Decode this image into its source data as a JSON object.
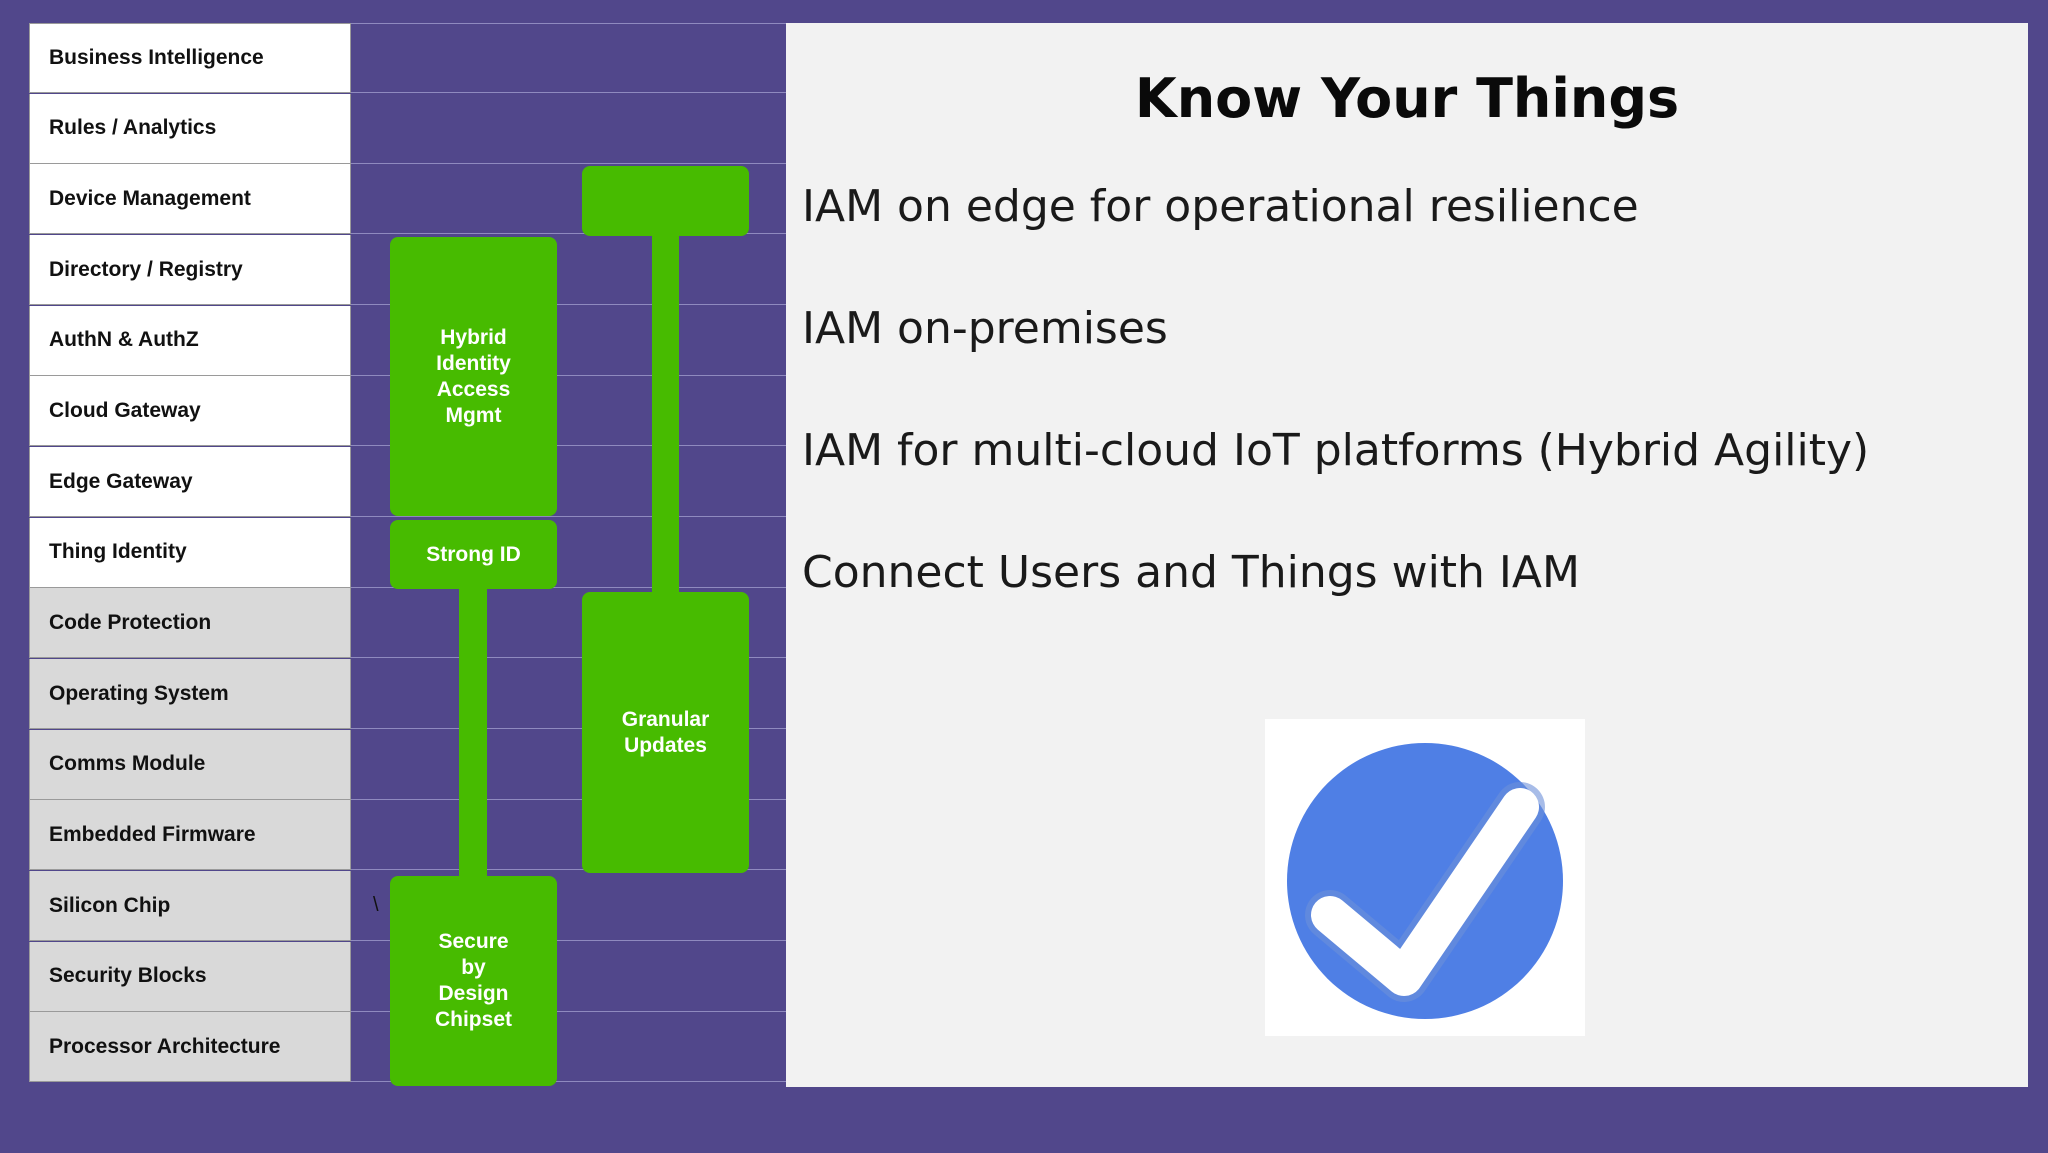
{
  "layers": [
    {
      "label": "Business Intelligence",
      "group": "top"
    },
    {
      "label": "Rules / Analytics",
      "group": "top"
    },
    {
      "label": "Device Management",
      "group": "top"
    },
    {
      "label": "Directory / Registry",
      "group": "top"
    },
    {
      "label": "AuthN & AuthZ",
      "group": "top"
    },
    {
      "label": "Cloud Gateway",
      "group": "top"
    },
    {
      "label": "Edge Gateway",
      "group": "top"
    },
    {
      "label": "Thing Identity",
      "group": "top"
    },
    {
      "label": "Code Protection",
      "group": "bottom"
    },
    {
      "label": "Operating System",
      "group": "bottom"
    },
    {
      "label": "Comms Module",
      "group": "bottom"
    },
    {
      "label": "Embedded Firmware",
      "group": "bottom"
    },
    {
      "label": "Silicon Chip",
      "group": "bottom"
    },
    {
      "label": "Security Blocks",
      "group": "bottom"
    },
    {
      "label": "Processor Architecture",
      "group": "bottom"
    }
  ],
  "blocks": {
    "hybrid_iam": "Hybrid\nIdentity\nAccess\nMgmt",
    "strong_id": "Strong ID",
    "granular_updates": "Granular\nUpdates",
    "secure_chipset": "Secure\nby\nDesign\nChipset",
    "device_mgmt": ""
  },
  "stray_mark": "\\",
  "panel": {
    "title": "Know Your Things",
    "bullets": [
      "IAM on edge for operational resilience",
      "IAM on-premises",
      "IAM for multi-cloud IoT platforms (Hybrid Agility)",
      "Connect Users and Things with IAM"
    ],
    "check_icon": "checkmark-circle-icon"
  },
  "colors": {
    "background": "#51478b",
    "block_green": "#47bb00",
    "panel": "#f2f2f2",
    "check_blue": "#4f7fe5",
    "upper_layers": "#ffffff",
    "lower_layers": "#d9d9d9"
  }
}
